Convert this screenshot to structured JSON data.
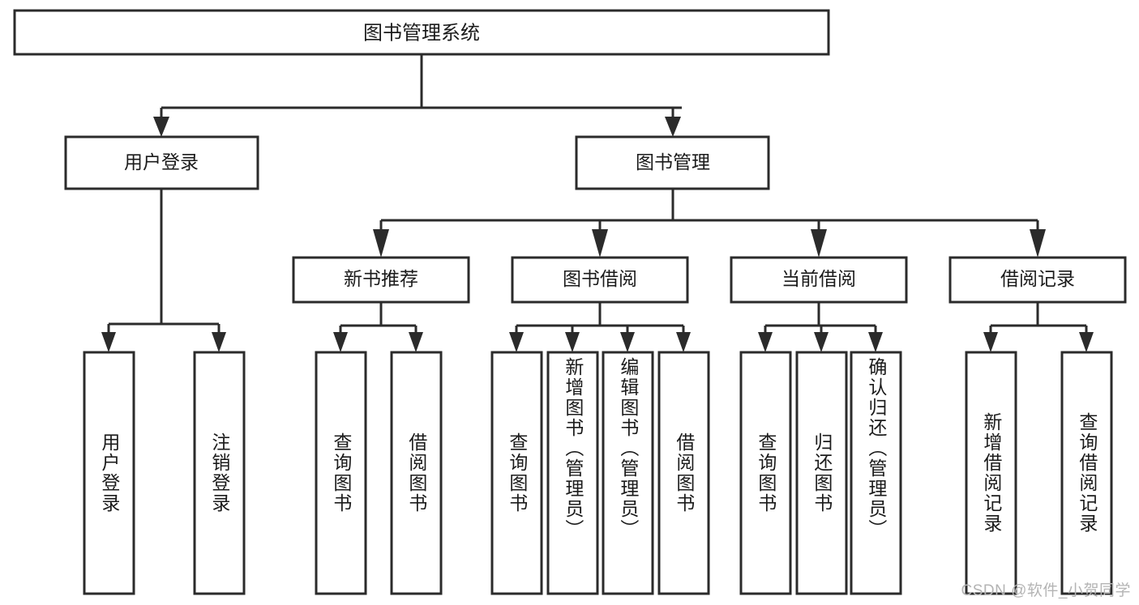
{
  "diagram": {
    "type": "tree",
    "title": "图书管理系统",
    "orientation": "top-down",
    "style": {
      "box_fill": "#ffffff",
      "box_stroke": "#2b2b2b",
      "connector_color": "#2b2b2b",
      "text_color": "#1b1b1b",
      "background": "#ffffff",
      "watermark_color": "#b4b4b4"
    },
    "root": {
      "label": "图书管理系统"
    },
    "level2": [
      {
        "label": "用户登录"
      },
      {
        "label": "图书管理"
      }
    ],
    "level3": [
      {
        "label": "新书推荐"
      },
      {
        "label": "图书借阅"
      },
      {
        "label": "当前借阅"
      },
      {
        "label": "借阅记录"
      }
    ],
    "leaves": {
      "user_login": [
        {
          "label": "用户登录"
        },
        {
          "label": "注销登录"
        }
      ],
      "new_book_recommend": [
        {
          "label": "查询图书"
        },
        {
          "label": "借阅图书"
        }
      ],
      "book_borrow": [
        {
          "label": "查询图书"
        },
        {
          "label": "新增图书（管理员）"
        },
        {
          "label": "编辑图书（管理员）"
        },
        {
          "label": "借阅图书"
        }
      ],
      "current_borrow": [
        {
          "label": "查询图书"
        },
        {
          "label": "归还图书"
        },
        {
          "label": "确认归还（管理员）"
        }
      ],
      "borrow_record": [
        {
          "label": "新增借阅记录"
        },
        {
          "label": "查询借阅记录"
        }
      ]
    }
  },
  "watermark": {
    "text": "CSDN @软件_小贺同学"
  }
}
